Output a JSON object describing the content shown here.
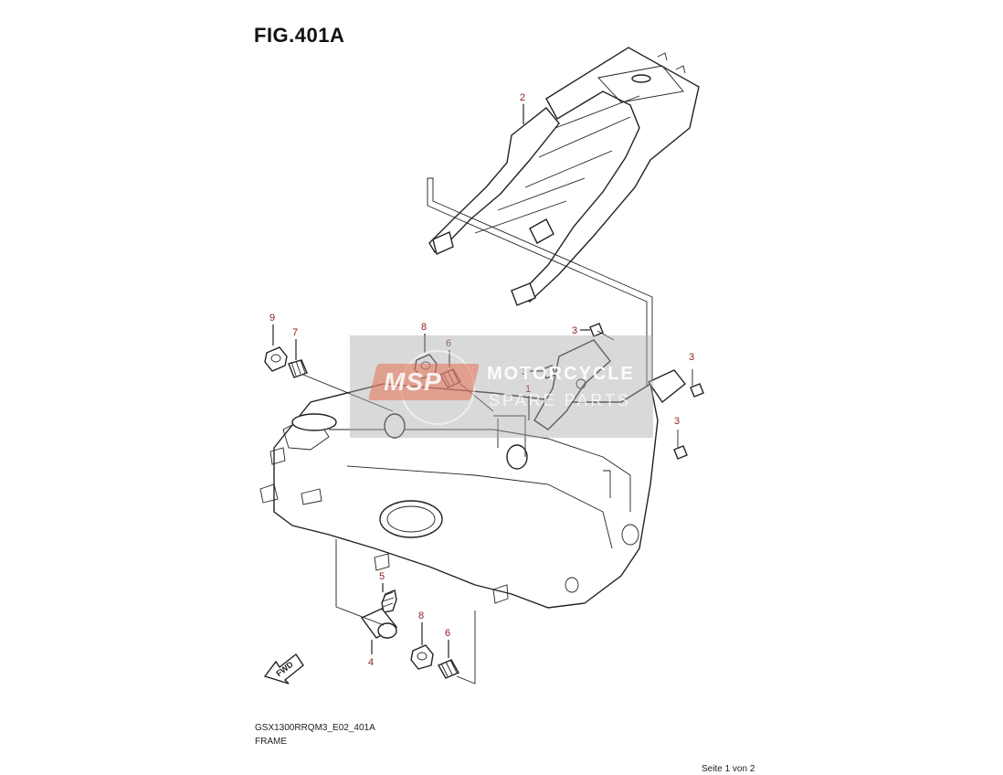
{
  "figure": {
    "title": "FIG.401A",
    "diagram_code": "GSX1300RRQM3_E02_401A",
    "section_name": "FRAME",
    "page": "Seite 1 von 2"
  },
  "watermark": {
    "logo": "MSP",
    "line1": "MOTORCYCLE",
    "line2": "SPARE PARTS"
  },
  "callouts": [
    "2",
    "9",
    "7",
    "8",
    "6",
    "3",
    "3",
    "1",
    "3",
    "3",
    "5",
    "8",
    "6",
    "4"
  ],
  "direction_label": "FWD"
}
